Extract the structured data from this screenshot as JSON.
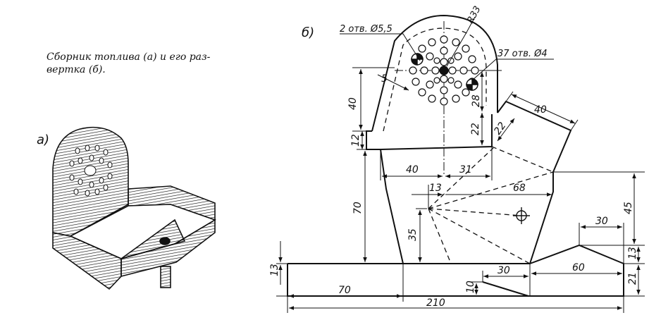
{
  "caption": {
    "line1": "Сборник топлива (а) и его раз-",
    "line2": "вертка (б)."
  },
  "labels": {
    "view_a": "а)",
    "view_b": "б)"
  },
  "callouts": {
    "holes_large": "2 отв. Ø5,5",
    "holes_small": "37 отв. Ø4",
    "radius": "R33"
  },
  "dimensions": {
    "d5": "5",
    "d40_left": "40",
    "d28": "28",
    "d22_vert": "22",
    "d12": "12",
    "d40_top": "40",
    "d22_slant": "22",
    "d40_mid": "40",
    "d31": "31",
    "d13_mid": "13",
    "d68": "68",
    "d70_vert": "70",
    "d35": "35",
    "d45": "45",
    "d30_right": "30",
    "d13_right": "13",
    "d13_left": "13",
    "d30_bottom": "30",
    "d60": "60",
    "d21": "21",
    "d70_horiz": "70",
    "d10": "10",
    "d210": "210"
  }
}
